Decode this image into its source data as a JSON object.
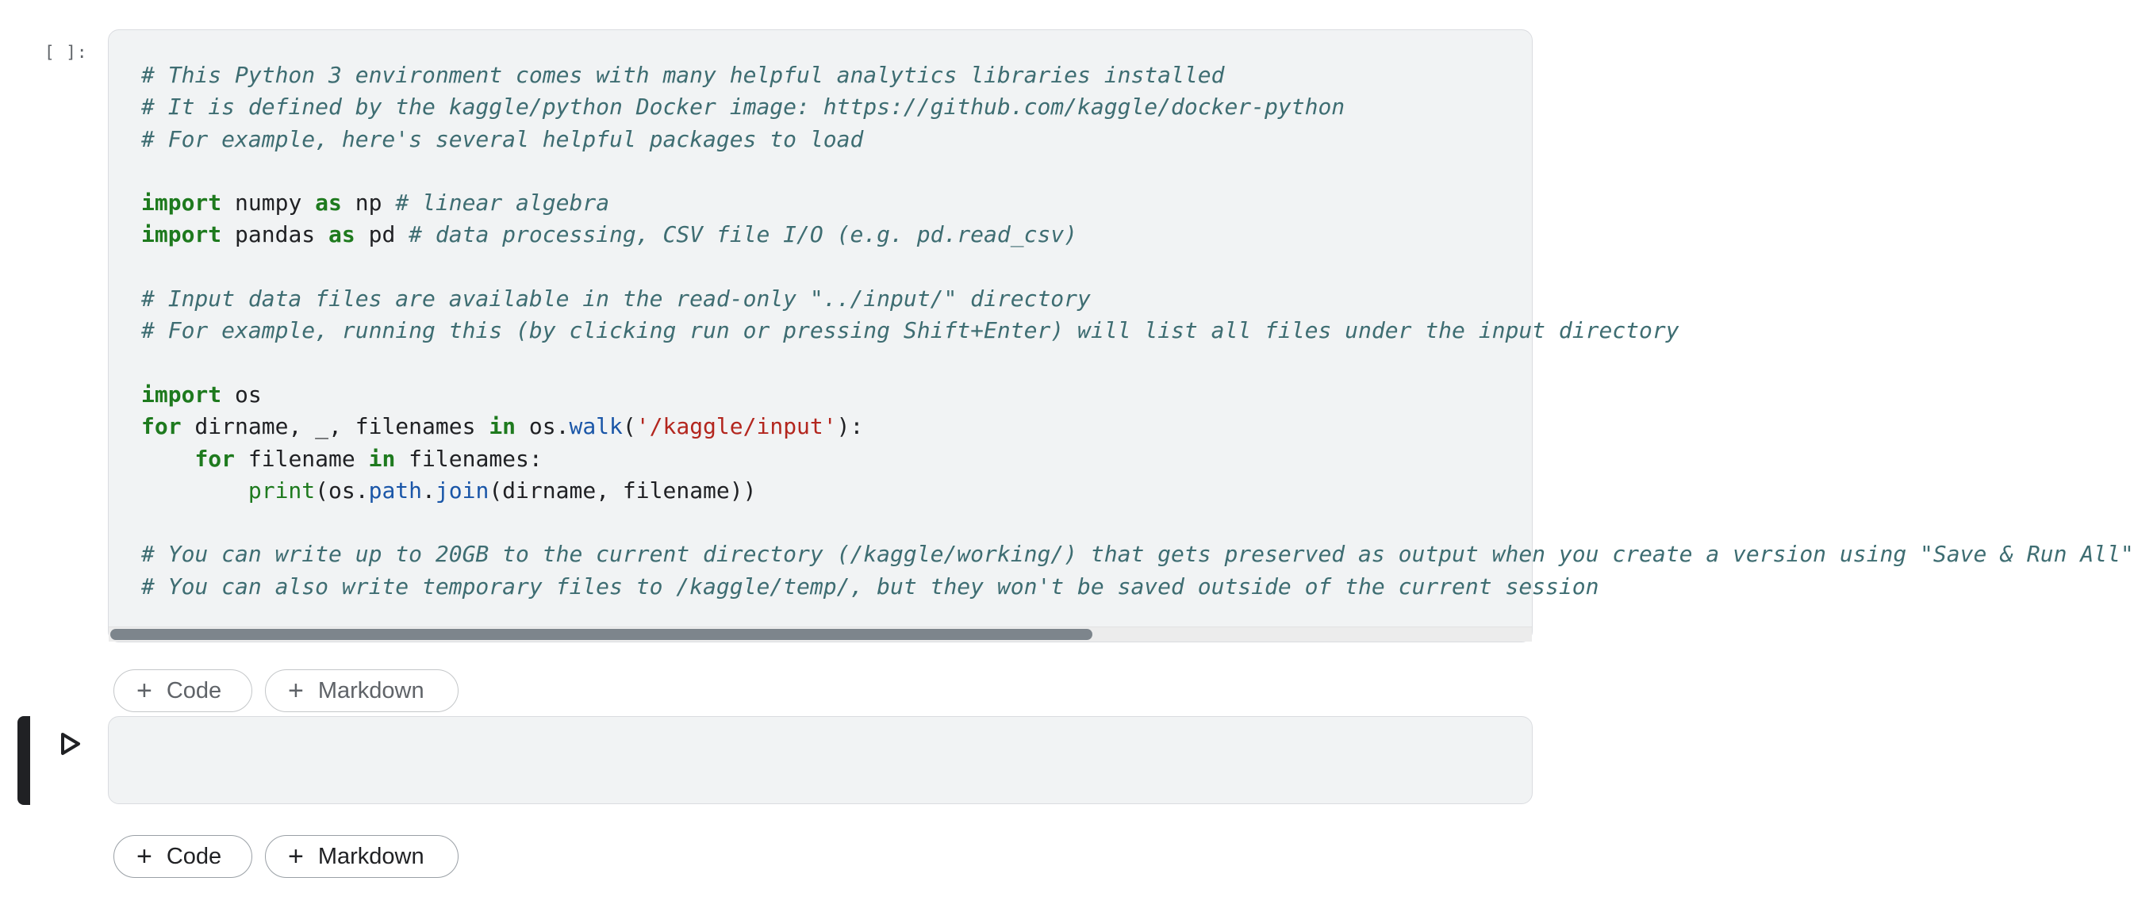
{
  "cell1": {
    "execution_count": "[ ]:",
    "code_lines": [
      [
        {
          "t": "comment",
          "v": "# This Python 3 environment comes with many helpful analytics libraries installed"
        }
      ],
      [
        {
          "t": "comment",
          "v": "# It is defined by the kaggle/python Docker image: https://github.com/kaggle/docker-python"
        }
      ],
      [
        {
          "t": "comment",
          "v": "# For example, here's several helpful packages to load"
        }
      ],
      [],
      [
        {
          "t": "kw",
          "v": "import"
        },
        {
          "t": "plain",
          "v": " numpy "
        },
        {
          "t": "kw",
          "v": "as"
        },
        {
          "t": "plain",
          "v": " np "
        },
        {
          "t": "comment",
          "v": "# linear algebra"
        }
      ],
      [
        {
          "t": "kw",
          "v": "import"
        },
        {
          "t": "plain",
          "v": " pandas "
        },
        {
          "t": "kw",
          "v": "as"
        },
        {
          "t": "plain",
          "v": " pd "
        },
        {
          "t": "comment",
          "v": "# data processing, CSV file I/O (e.g. pd.read_csv)"
        }
      ],
      [],
      [
        {
          "t": "comment",
          "v": "# Input data files are available in the read-only \"../input/\" directory"
        }
      ],
      [
        {
          "t": "comment",
          "v": "# For example, running this (by clicking run or pressing Shift+Enter) will list all files under the input directory"
        }
      ],
      [],
      [
        {
          "t": "kw",
          "v": "import"
        },
        {
          "t": "plain",
          "v": " os"
        }
      ],
      [
        {
          "t": "kw",
          "v": "for"
        },
        {
          "t": "plain",
          "v": " dirname, _, filenames "
        },
        {
          "t": "kw",
          "v": "in"
        },
        {
          "t": "plain",
          "v": " os."
        },
        {
          "t": "attr",
          "v": "walk"
        },
        {
          "t": "plain",
          "v": "("
        },
        {
          "t": "str",
          "v": "'/kaggle/input'"
        },
        {
          "t": "plain",
          "v": "):"
        }
      ],
      [
        {
          "t": "plain",
          "v": "    "
        },
        {
          "t": "kw",
          "v": "for"
        },
        {
          "t": "plain",
          "v": " filename "
        },
        {
          "t": "kw",
          "v": "in"
        },
        {
          "t": "plain",
          "v": " filenames:"
        }
      ],
      [
        {
          "t": "plain",
          "v": "        "
        },
        {
          "t": "builtin",
          "v": "print"
        },
        {
          "t": "plain",
          "v": "(os."
        },
        {
          "t": "attr",
          "v": "path"
        },
        {
          "t": "plain",
          "v": "."
        },
        {
          "t": "attr",
          "v": "join"
        },
        {
          "t": "plain",
          "v": "(dirname, filename))"
        }
      ],
      [],
      [
        {
          "t": "comment",
          "v": "# You can write up to 20GB to the current directory (/kaggle/working/) that gets preserved as output when you create a version using \"Save & Run All\""
        }
      ],
      [
        {
          "t": "comment",
          "v": "# You can also write temporary files to /kaggle/temp/, but they won't be saved outside of the current session"
        }
      ]
    ],
    "scroll_fraction_visible": 0.69
  },
  "add_buttons_1": {
    "code_label": "Code",
    "markdown_label": "Markdown",
    "plus_glyph": "+"
  },
  "cell2": {
    "run_icon": "play-icon"
  },
  "add_buttons_2": {
    "code_label": "Code",
    "markdown_label": "Markdown",
    "plus_glyph": "+"
  },
  "colors": {
    "cell_background": "#f1f3f4",
    "comment": "#3e6d72",
    "keyword": "#1e7a1e",
    "string": "#b3261e",
    "attribute": "#1a56a8",
    "selected_bar": "#202124"
  }
}
